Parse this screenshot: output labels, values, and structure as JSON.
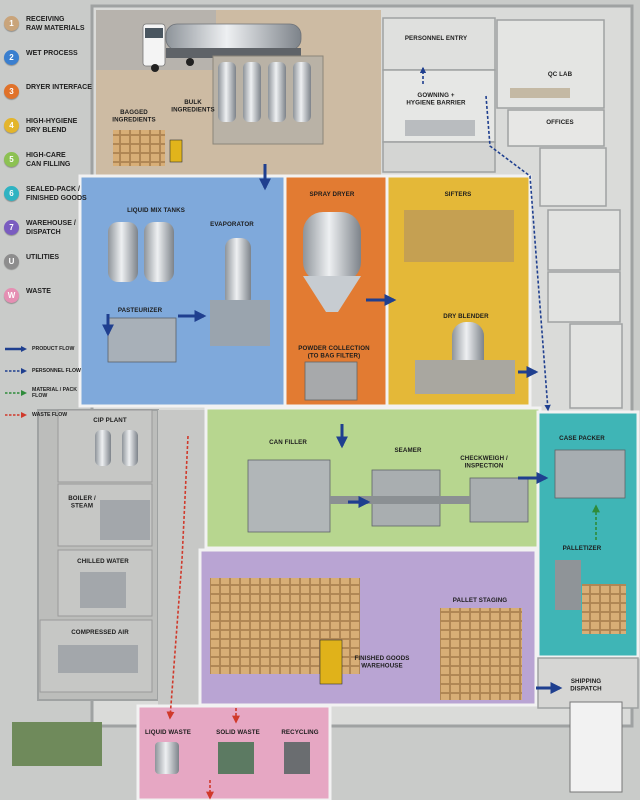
{
  "legend": {
    "zones": [
      {
        "num": "1",
        "label": "RECEIVING\nRAW MATERIALS",
        "color": "#c9a47a"
      },
      {
        "num": "2",
        "label": "WET PROCESS",
        "color": "#3a7fcf"
      },
      {
        "num": "3",
        "label": "DRYER INTERFACE",
        "color": "#e0722a"
      },
      {
        "num": "4",
        "label": "HIGH-HYGIENE\nDRY BLEND",
        "color": "#e3b52c"
      },
      {
        "num": "5",
        "label": "HIGH-CARE\nCAN FILLING",
        "color": "#8cc152"
      },
      {
        "num": "6",
        "label": "SEALED-PACK /\nFINISHED GOODS",
        "color": "#2fb3c2"
      },
      {
        "num": "7",
        "label": "WAREHOUSE /\nDISPATCH",
        "color": "#7a5cc0"
      },
      {
        "num": "U",
        "label": "UTILITIES",
        "color": "#8d8d8d"
      },
      {
        "num": "W",
        "label": "WASTE",
        "color": "#e58fb3"
      }
    ],
    "flows": [
      {
        "label": "PRODUCT FLOW",
        "color": "#1f3f8f",
        "style": "solid"
      },
      {
        "label": "PERSONNEL FLOW",
        "color": "#1f3f8f",
        "style": "dashed"
      },
      {
        "label": "MATERIAL / PACK\nFLOW",
        "color": "#2e8b3a",
        "style": "dashed"
      },
      {
        "label": "WASTE FLOW",
        "color": "#d0392b",
        "style": "dashed"
      }
    ]
  },
  "rooms": {
    "bagged_ingredients": "BAGGED\nINGREDIENTS",
    "bulk_ingredients": "BULK\nINGREDIENTS",
    "personnel_entry": "PERSONNEL ENTRY",
    "gowning": "GOWNING +\nHYGIENE BARRIER",
    "qc_lab": "QC LAB",
    "offices": "OFFICES",
    "liquid_mix_tanks": "LIQUID MIX TANKS",
    "evaporator": "EVAPORATOR",
    "pasteurizer": "PASTEURIZER",
    "spray_dryer": "SPRAY DRYER",
    "powder_collection": "POWDER COLLECTION\n(TO BAG FILTER)",
    "sifters": "SIFTERS",
    "dry_blender": "DRY BLENDER",
    "cip_plant": "CIP PLANT",
    "boiler": "BOILER /\nSTEAM",
    "chilled_water": "CHILLED WATER",
    "compressed_air": "COMPRESSED AIR",
    "can_filler": "CAN FILLER",
    "seamer": "SEAMER",
    "checkweigh": "CHECKWEIGH /\nINSPECTION",
    "case_packer": "CASE PACKER",
    "palletizer": "PALLETIZER",
    "finished_goods_warehouse": "FINISHED GOODS\nWAREHOUSE",
    "pallet_staging": "PALLET STAGING",
    "shipping_dispatch": "SHIPPING\nDISPATCH",
    "liquid_waste": "LIQUID WASTE",
    "solid_waste": "SOLID WASTE",
    "recycling": "RECYCLING"
  }
}
